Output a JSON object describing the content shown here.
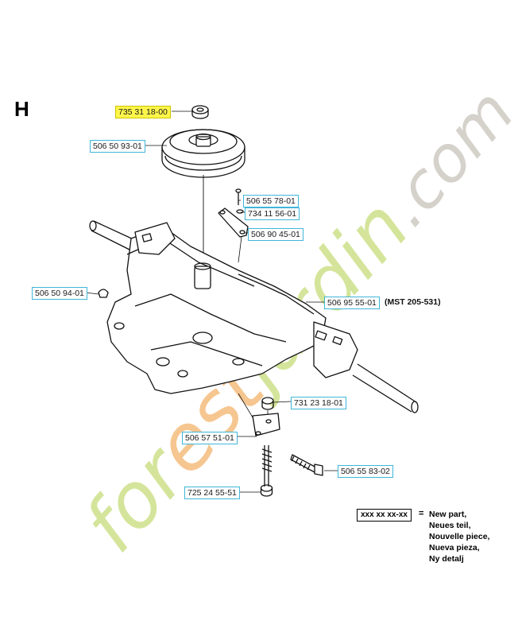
{
  "section": "H",
  "parts": {
    "p_735_31_18_00": "735 31 18-00",
    "p_506_50_93_01": "506 50 93-01",
    "p_506_55_78_01": "506 55 78-01",
    "p_734_11_56_01": "734 11 56-01",
    "p_506_90_45_01": "506 90 45-01",
    "p_506_50_94_01": "506 50 94-01",
    "p_506_95_55_01": "506 95 55-01",
    "p_731_23_18_01": "731 23 18-01",
    "p_506_57_51_01": "506 57 51-01",
    "p_506_55_83_02": "506 55 83-02",
    "p_725_24_55_51": "725 24 55-51"
  },
  "transaxle_model": "(MST 205-531)",
  "legend": {
    "key": "xxx xx xx-xx",
    "equals": "=",
    "lines": [
      "New part,",
      "Neues teil,",
      "Nouvelle piece,",
      "Nueva pieza,",
      "Ny detalj"
    ]
  },
  "watermark": "forestjardin.com",
  "colors": {
    "label_border": "#3fb6d8",
    "highlight": "#fff64a",
    "watermark_green": "#c6dd7a",
    "watermark_orange": "#f3b46b",
    "watermark_gray": "#c8c3ba"
  }
}
